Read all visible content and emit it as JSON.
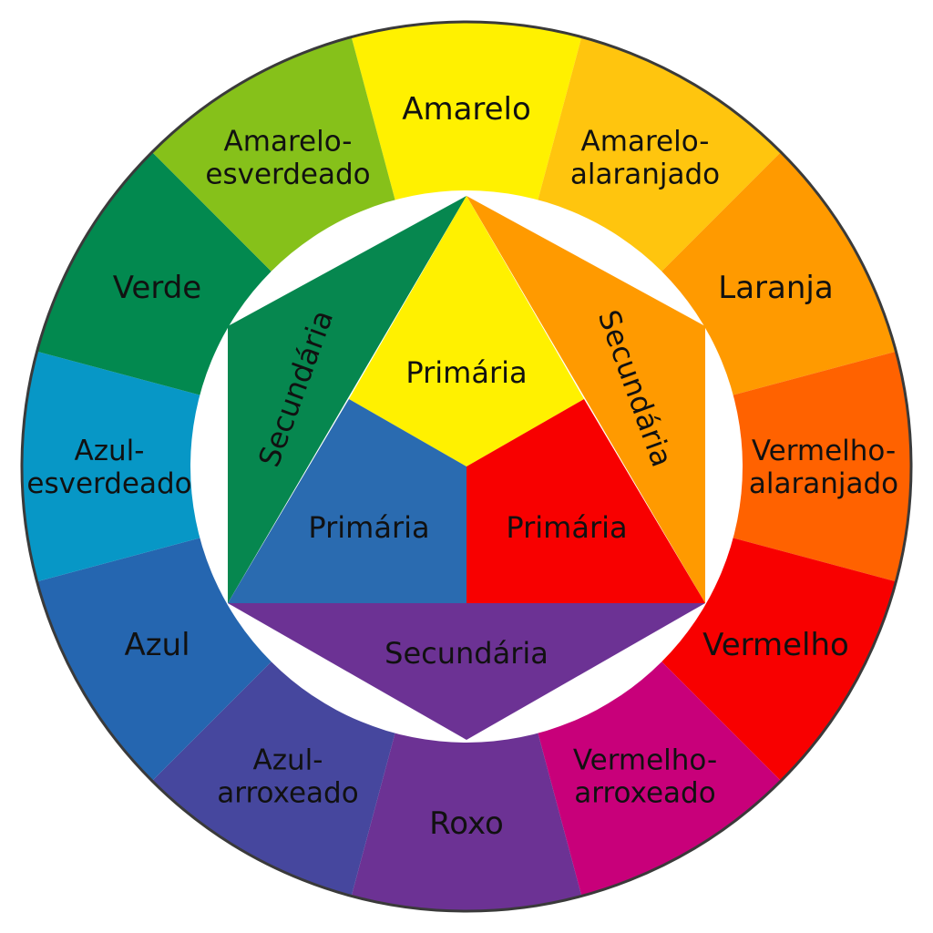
{
  "wheel": {
    "segments": [
      {
        "id": "amarelo",
        "lines": [
          "Amarelo"
        ],
        "color": "#FFF100"
      },
      {
        "id": "amarelo-alaranjado",
        "lines": [
          "Amarelo-",
          "alaranjado"
        ],
        "color": "#FFC50E"
      },
      {
        "id": "laranja",
        "lines": [
          "Laranja"
        ],
        "color": "#FF9A00"
      },
      {
        "id": "vermelho-alaranjado",
        "lines": [
          "Vermelho-",
          "alaranjado"
        ],
        "color": "#FF6200"
      },
      {
        "id": "vermelho",
        "lines": [
          "Vermelho"
        ],
        "color": "#F80000"
      },
      {
        "id": "vermelho-arroxeado",
        "lines": [
          "Vermelho-",
          "arroxeado"
        ],
        "color": "#C8007A"
      },
      {
        "id": "roxo",
        "lines": [
          "Roxo"
        ],
        "color": "#6C3294"
      },
      {
        "id": "azul-arroxeado",
        "lines": [
          "Azul-",
          "arroxeado"
        ],
        "color": "#46479E"
      },
      {
        "id": "azul",
        "lines": [
          "Azul"
        ],
        "color": "#2566B0"
      },
      {
        "id": "azul-esverdeado",
        "lines": [
          "Azul-",
          "esverdeado"
        ],
        "color": "#0797C6"
      },
      {
        "id": "verde",
        "lines": [
          "Verde"
        ],
        "color": "#02894F"
      },
      {
        "id": "amarelo-esverdeado",
        "lines": [
          "Amarelo-",
          "esverdeado"
        ],
        "color": "#86C11A"
      }
    ],
    "triangles": {
      "primaria_yellow": {
        "label": "Primária",
        "color": "#FFF100"
      },
      "primaria_blue": {
        "label": "Primária",
        "color": "#2A6BB0"
      },
      "primaria_red": {
        "label": "Primária",
        "color": "#F80000"
      },
      "secundaria_green": {
        "label": "Secundária",
        "color": "#06874F"
      },
      "secundaria_orange": {
        "label": "Secundária",
        "color": "#FF9A00"
      },
      "secundaria_purple": {
        "label": "Secundária",
        "color": "#6C3294"
      }
    },
    "rim_color": "#3a3a3a"
  }
}
